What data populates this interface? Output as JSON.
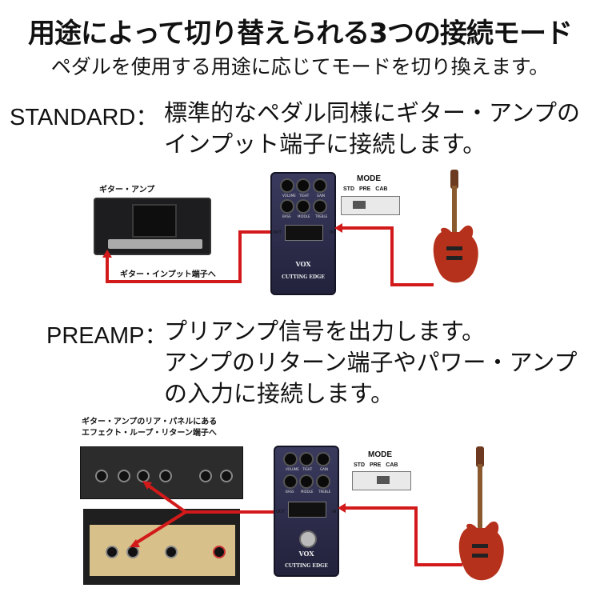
{
  "header": {
    "title": "用途によって切り替えられる3つの接続モード",
    "subtitle": "ペダルを使用する用途に応じてモードを切り換えます。"
  },
  "standard": {
    "mode_label": "STANDARD：",
    "desc_line1": "標準的なペダル同様にギター・アンプの",
    "desc_line2": "インプット端子に接続します。",
    "amp_label": "ギター・アンプ",
    "amp_jack_label": "ギター・インプット端子へ"
  },
  "preamp": {
    "mode_label": "PREAMP：",
    "desc_line1": "プリアンプ信号を出力します。",
    "desc_line2": "アンプのリターン端子やパワー・アンプ",
    "desc_line3": "の入力に接続します。",
    "rear_label_line1": "ギター・アンプのリア・パネルにある",
    "rear_label_line2": "エフェクト・ループ・リターン端子へ"
  },
  "pedal": {
    "brand": "VOX",
    "name": "CUTTING EDGE",
    "knobs": [
      "VOLUME",
      "TIGHT",
      "GAIN",
      "BASS",
      "MIDDLE",
      "TREBLE"
    ],
    "out_label": "OUT",
    "in_label": "IN"
  },
  "mode_switch": {
    "title": "MODE",
    "options": "STD PRE CAB"
  },
  "colors": {
    "wire": "#d21a1a",
    "pedal": "#2d2d4a",
    "guitar": "#b5311c"
  }
}
